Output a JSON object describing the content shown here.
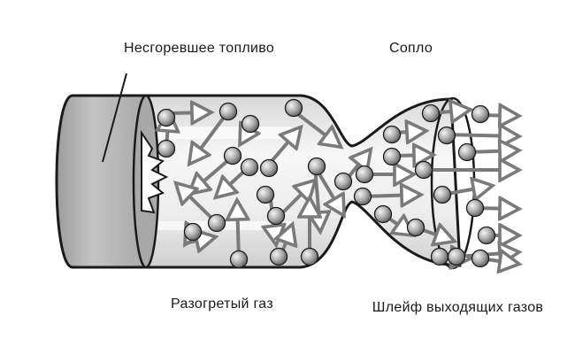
{
  "labels": {
    "unburned_fuel": "Несгоревшее топливо",
    "nozzle": "Сопло",
    "hot_gas": "Разогретый газ",
    "exhaust_plume": "Шлейф выходящих газов"
  },
  "colors": {
    "outline": "#1a1a1a",
    "fuel_fill": "#b3b3b3",
    "chamber_fill": "#eeeeee",
    "molecule": "#9a9a9a",
    "arrow": "#7a7a7a"
  },
  "icons": {
    "molecule": "sphere-icon",
    "motion": "arrow-icon",
    "ignition": "flame-burst-icon"
  }
}
